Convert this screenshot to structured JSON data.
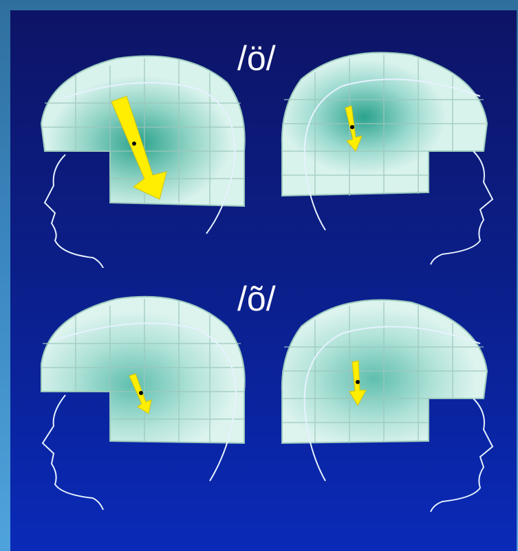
{
  "labels": {
    "top": "/ö/",
    "bottom": "/õ/"
  },
  "colors": {
    "background_panel": "#0b1f8a",
    "background_outer": "#3b86c0",
    "helmet_fill": "#cfeee6",
    "helmet_grid": "#8fbfb2",
    "activation": "#2aa28c",
    "profile_line": "#e6f2ff",
    "dipole_arrow": "#ffee00"
  },
  "rows": [
    {
      "vowel": "/ö/",
      "heads": [
        {
          "hemisphere": "left",
          "dipole_strength": 1.0
        },
        {
          "hemisphere": "right",
          "dipole_strength": 0.4
        }
      ]
    },
    {
      "vowel": "/õ/",
      "heads": [
        {
          "hemisphere": "left",
          "dipole_strength": 0.45
        },
        {
          "hemisphere": "right",
          "dipole_strength": 0.45
        }
      ]
    }
  ]
}
